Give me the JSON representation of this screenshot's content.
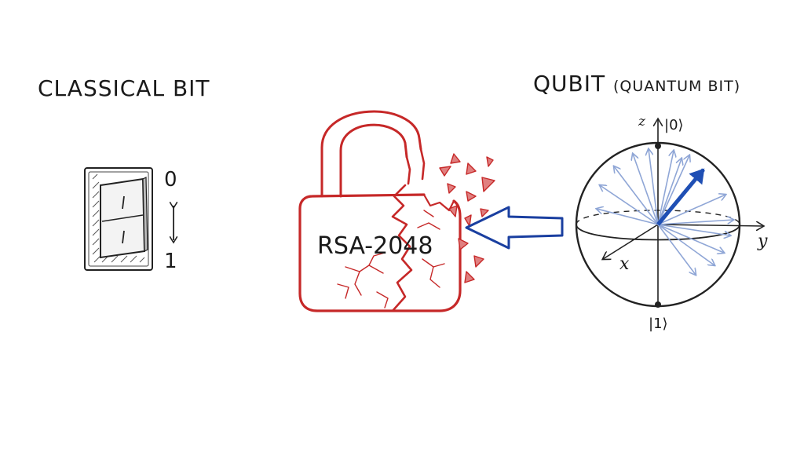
{
  "classical": {
    "title": "CLASSICAL BIT",
    "state_zero": "0",
    "state_one": "1"
  },
  "lock": {
    "label": "RSA-2048",
    "color": "#c62828"
  },
  "attack_arrow": {
    "color": "#1a3fa0"
  },
  "qubit": {
    "title": "QUBIT",
    "subtitle": "(QUANTUM BIT)",
    "axis_z": "z",
    "axis_y": "y",
    "axis_x": "x",
    "ket_zero": "|0⟩",
    "ket_one": "|1⟩",
    "vector_color": "#1f4fb4",
    "faint_vector_color": "#8fa6d6"
  }
}
